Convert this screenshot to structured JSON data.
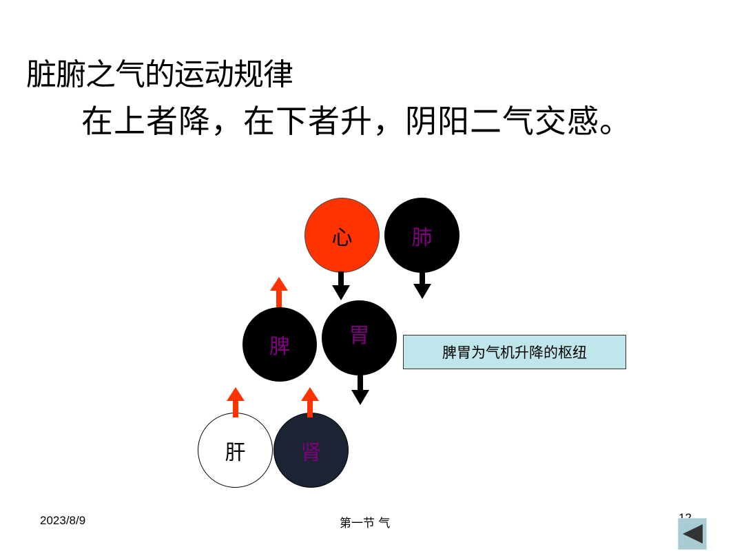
{
  "slide": {
    "title": "脏腑之气的运动规律",
    "subtitle": "在上者降，在下者升，阴阳二气交感。"
  },
  "organs": {
    "heart": {
      "label": "心",
      "fill": "#ff3300",
      "text_color": "#000000"
    },
    "lung": {
      "label": "肺",
      "fill": "#000000",
      "text_color": "#800080"
    },
    "spleen": {
      "label": "脾",
      "fill": "#000000",
      "text_color": "#800080"
    },
    "stomach": {
      "label": "胃",
      "fill": "#000000",
      "text_color": "#800080"
    },
    "liver": {
      "label": "肝",
      "fill": "#ffffff",
      "text_color": "#000000"
    },
    "kidney": {
      "label": "肾",
      "fill": "#1c2333",
      "text_color": "#800080"
    }
  },
  "arrow_colors": {
    "up": "#ff3300",
    "down": "#000000"
  },
  "note": {
    "text": "脾胃为气机升降的枢纽",
    "fill": "#bfe6ea"
  },
  "footer": {
    "date": "2023/8/9",
    "section": "第一节  气",
    "page": "12"
  },
  "nav": {
    "icon": "triangle-left-icon"
  }
}
